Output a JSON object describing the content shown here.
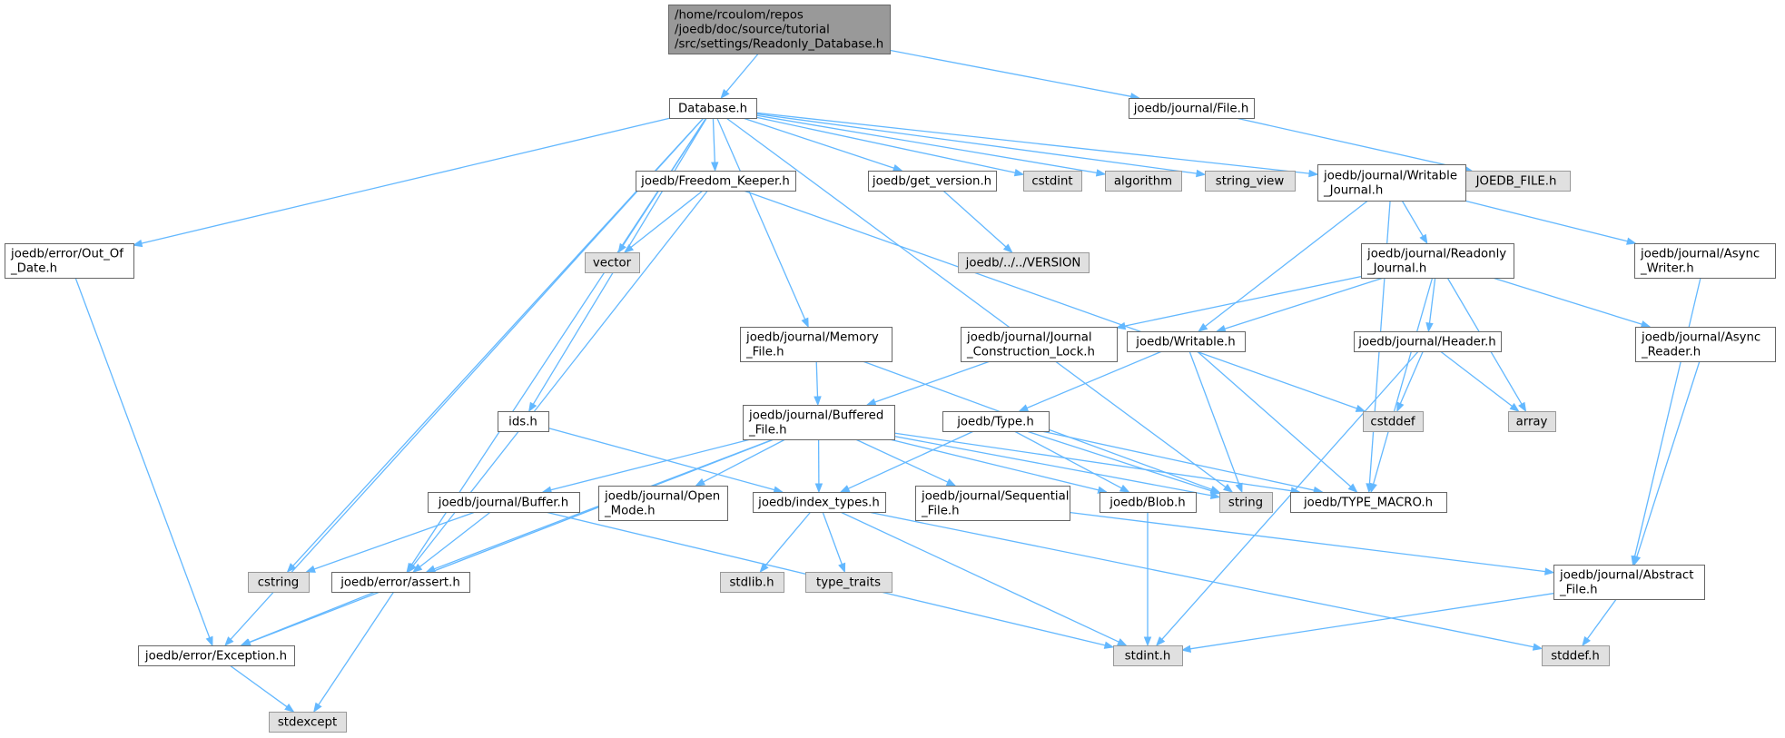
{
  "colors": {
    "edge": "#63b8ff",
    "root_fill": "#999999",
    "root_border": "#666666",
    "internal_fill": "#ffffff",
    "internal_border": "#666666",
    "system_fill": "#e0e0e0",
    "system_border": "#999999"
  },
  "nodes": [
    {
      "id": "root",
      "kind": "root",
      "lines": [
        "/home/rcoulom/repos",
        "/joedb/doc/source/tutorial",
        "/src/settings/Readonly_Database.h"
      ]
    },
    {
      "id": "database",
      "kind": "internal",
      "lines": [
        "Database.h"
      ]
    },
    {
      "id": "journal_file",
      "kind": "internal",
      "lines": [
        "joedb/journal/File.h"
      ]
    },
    {
      "id": "joedb_file_h",
      "kind": "system",
      "lines": [
        "JOEDB_FILE.h"
      ]
    },
    {
      "id": "out_of_date",
      "kind": "internal",
      "lines": [
        "joedb/error/Out_Of",
        "_Date.h"
      ]
    },
    {
      "id": "freedom_keeper",
      "kind": "internal",
      "lines": [
        "joedb/Freedom_Keeper.h"
      ]
    },
    {
      "id": "get_version",
      "kind": "internal",
      "lines": [
        "joedb/get_version.h"
      ]
    },
    {
      "id": "cstdint",
      "kind": "system",
      "lines": [
        "cstdint"
      ]
    },
    {
      "id": "algorithm",
      "kind": "system",
      "lines": [
        "algorithm"
      ]
    },
    {
      "id": "string_view",
      "kind": "system",
      "lines": [
        "string_view"
      ]
    },
    {
      "id": "writable_journal",
      "kind": "internal",
      "lines": [
        "joedb/journal/Writable",
        "_Journal.h"
      ]
    },
    {
      "id": "vector",
      "kind": "system",
      "lines": [
        "vector"
      ]
    },
    {
      "id": "version",
      "kind": "system",
      "lines": [
        "joedb/../../VERSION"
      ]
    },
    {
      "id": "readonly_journal",
      "kind": "internal",
      "lines": [
        "joedb/journal/Readonly",
        "_Journal.h"
      ]
    },
    {
      "id": "async_writer",
      "kind": "internal",
      "lines": [
        "joedb/journal/Async",
        "_Writer.h"
      ]
    },
    {
      "id": "memory_file",
      "kind": "internal",
      "lines": [
        "joedb/journal/Memory",
        "_File.h"
      ]
    },
    {
      "id": "construction_lock",
      "kind": "internal",
      "lines": [
        "joedb/journal/Journal",
        "_Construction_Lock.h"
      ]
    },
    {
      "id": "writable",
      "kind": "internal",
      "lines": [
        "joedb/Writable.h"
      ]
    },
    {
      "id": "header",
      "kind": "internal",
      "lines": [
        "joedb/journal/Header.h"
      ]
    },
    {
      "id": "async_reader",
      "kind": "internal",
      "lines": [
        "joedb/journal/Async",
        "_Reader.h"
      ]
    },
    {
      "id": "ids",
      "kind": "internal",
      "lines": [
        "ids.h"
      ]
    },
    {
      "id": "buffered_file",
      "kind": "internal",
      "lines": [
        "joedb/journal/Buffered",
        "_File.h"
      ]
    },
    {
      "id": "type",
      "kind": "internal",
      "lines": [
        "joedb/Type.h"
      ]
    },
    {
      "id": "cstddef",
      "kind": "system",
      "lines": [
        "cstddef"
      ]
    },
    {
      "id": "array",
      "kind": "system",
      "lines": [
        "array"
      ]
    },
    {
      "id": "buffer",
      "kind": "internal",
      "lines": [
        "joedb/journal/Buffer.h"
      ]
    },
    {
      "id": "open_mode",
      "kind": "internal",
      "lines": [
        "joedb/journal/Open",
        "_Mode.h"
      ]
    },
    {
      "id": "index_types",
      "kind": "internal",
      "lines": [
        "joedb/index_types.h"
      ]
    },
    {
      "id": "sequential_file",
      "kind": "internal",
      "lines": [
        "joedb/journal/Sequential",
        "_File.h"
      ]
    },
    {
      "id": "blob",
      "kind": "internal",
      "lines": [
        "joedb/Blob.h"
      ]
    },
    {
      "id": "string",
      "kind": "system",
      "lines": [
        "string"
      ]
    },
    {
      "id": "type_macro",
      "kind": "internal",
      "lines": [
        "joedb/TYPE_MACRO.h"
      ]
    },
    {
      "id": "cstring",
      "kind": "system",
      "lines": [
        "cstring"
      ]
    },
    {
      "id": "assert",
      "kind": "internal",
      "lines": [
        "joedb/error/assert.h"
      ]
    },
    {
      "id": "stdlib",
      "kind": "system",
      "lines": [
        "stdlib.h"
      ]
    },
    {
      "id": "type_traits",
      "kind": "system",
      "lines": [
        "type_traits"
      ]
    },
    {
      "id": "abstract_file",
      "kind": "internal",
      "lines": [
        "joedb/journal/Abstract",
        "_File.h"
      ]
    },
    {
      "id": "exception",
      "kind": "internal",
      "lines": [
        "joedb/error/Exception.h"
      ]
    },
    {
      "id": "stdint",
      "kind": "system",
      "lines": [
        "stdint.h"
      ]
    },
    {
      "id": "stddef",
      "kind": "system",
      "lines": [
        "stddef.h"
      ]
    },
    {
      "id": "stdexcept",
      "kind": "system",
      "lines": [
        "stdexcept"
      ]
    }
  ],
  "edges": [
    [
      "root",
      "database"
    ],
    [
      "root",
      "journal_file"
    ],
    [
      "journal_file",
      "joedb_file_h"
    ],
    [
      "database",
      "out_of_date"
    ],
    [
      "database",
      "exception"
    ],
    [
      "database",
      "cstring"
    ],
    [
      "database",
      "assert"
    ],
    [
      "database",
      "vector"
    ],
    [
      "database",
      "ids"
    ],
    [
      "database",
      "memory_file"
    ],
    [
      "database",
      "freedom_keeper"
    ],
    [
      "database",
      "string"
    ],
    [
      "database",
      "get_version"
    ],
    [
      "database",
      "cstdint"
    ],
    [
      "database",
      "algorithm"
    ],
    [
      "database",
      "string_view"
    ],
    [
      "database",
      "writable_journal"
    ],
    [
      "out_of_date",
      "exception"
    ],
    [
      "freedom_keeper",
      "vector"
    ],
    [
      "freedom_keeper",
      "assert"
    ],
    [
      "freedom_keeper",
      "cstddef"
    ],
    [
      "get_version",
      "version"
    ],
    [
      "writable_journal",
      "writable"
    ],
    [
      "writable_journal",
      "readonly_journal"
    ],
    [
      "writable_journal",
      "async_writer"
    ],
    [
      "writable_journal",
      "type_macro"
    ],
    [
      "readonly_journal",
      "construction_lock"
    ],
    [
      "readonly_journal",
      "writable"
    ],
    [
      "readonly_journal",
      "header"
    ],
    [
      "readonly_journal",
      "array"
    ],
    [
      "readonly_journal",
      "async_reader"
    ],
    [
      "readonly_journal",
      "type_macro"
    ],
    [
      "async_writer",
      "abstract_file"
    ],
    [
      "memory_file",
      "buffered_file"
    ],
    [
      "memory_file",
      "string"
    ],
    [
      "construction_lock",
      "buffered_file"
    ],
    [
      "writable",
      "type"
    ],
    [
      "writable",
      "string"
    ],
    [
      "writable",
      "type_macro"
    ],
    [
      "header",
      "cstddef"
    ],
    [
      "header",
      "array"
    ],
    [
      "header",
      "stdint"
    ],
    [
      "async_reader",
      "abstract_file"
    ],
    [
      "ids",
      "index_types"
    ],
    [
      "buffered_file",
      "exception"
    ],
    [
      "buffered_file",
      "assert"
    ],
    [
      "buffered_file",
      "buffer"
    ],
    [
      "buffered_file",
      "open_mode"
    ],
    [
      "buffered_file",
      "index_types"
    ],
    [
      "buffered_file",
      "sequential_file"
    ],
    [
      "buffered_file",
      "blob"
    ],
    [
      "buffered_file",
      "string"
    ],
    [
      "buffered_file",
      "type_macro"
    ],
    [
      "type",
      "index_types"
    ],
    [
      "type",
      "blob"
    ],
    [
      "type",
      "string"
    ],
    [
      "type",
      "type_macro"
    ],
    [
      "buffer",
      "cstring"
    ],
    [
      "buffer",
      "assert"
    ],
    [
      "buffer",
      "stdint"
    ],
    [
      "index_types",
      "stdlib"
    ],
    [
      "index_types",
      "type_traits"
    ],
    [
      "index_types",
      "stdint"
    ],
    [
      "index_types",
      "stddef"
    ],
    [
      "sequential_file",
      "abstract_file"
    ],
    [
      "blob",
      "stdint"
    ],
    [
      "assert",
      "exception"
    ],
    [
      "assert",
      "stdexcept"
    ],
    [
      "abstract_file",
      "stdint"
    ],
    [
      "abstract_file",
      "stddef"
    ],
    [
      "exception",
      "stdexcept"
    ]
  ]
}
